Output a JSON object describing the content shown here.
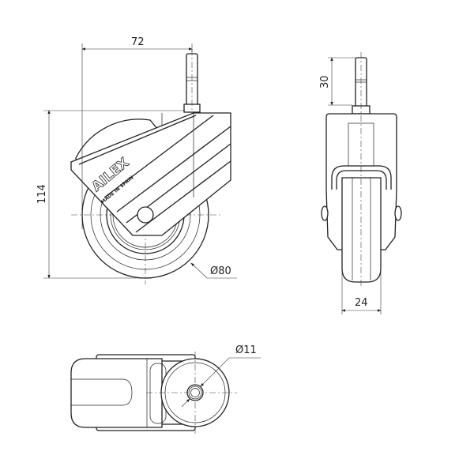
{
  "drawing": {
    "brand_text": "AILEX",
    "origin_text": "MADE IN SPAIN",
    "dimensions": {
      "width_offset": "72",
      "total_height": "114",
      "wheel_diameter": "Ø80",
      "stem_length": "30",
      "wheel_width": "24",
      "stem_diameter": "Ø11"
    }
  }
}
